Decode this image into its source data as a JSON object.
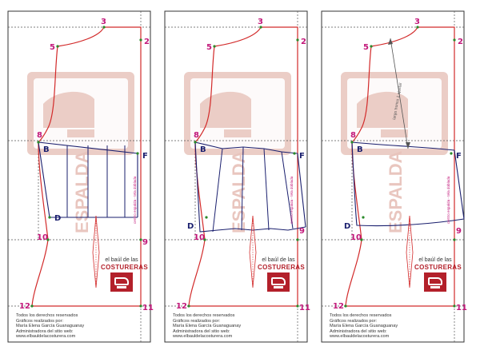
{
  "labels": {
    "points": [
      "3",
      "5",
      "2",
      "8",
      "B",
      "F",
      "D",
      "10",
      "9",
      "12",
      "11"
    ],
    "section": "ESPALDA",
    "fold_note": "centro espalda - tela doblada",
    "measure_note": "largo tronco 1 ajustar"
  },
  "brand": {
    "top": "el baúl de las",
    "main": "COSTURERAS"
  },
  "credits": {
    "line1": "Todos los derechos reservados",
    "line2": "Gráficos realizados por:",
    "line3": "María Elena García Guanaguanay",
    "line4": "Administradora del sitio web:",
    "line5": "www.elbauldelacosturera.com"
  },
  "colors": {
    "outline": "#d22a2a",
    "construction": "#1a1f6e",
    "point_label": "#c2187a",
    "watermark": "#e8c4bc"
  }
}
